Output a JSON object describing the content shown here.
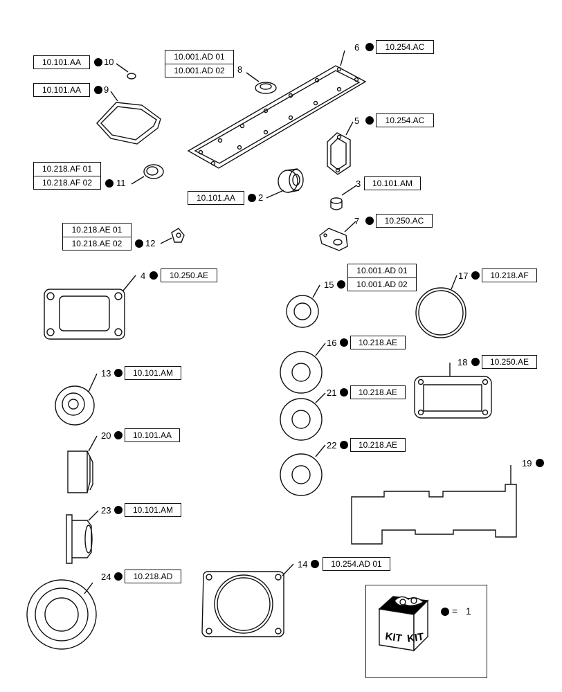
{
  "parts": [
    {
      "id": "p10",
      "number": "10",
      "refs": [
        "10.101.AA"
      ]
    },
    {
      "id": "p9",
      "number": "9",
      "refs": [
        "10.101.AA"
      ]
    },
    {
      "id": "p8",
      "number": "8",
      "refs": [
        "10.001.AD 01",
        "10.001.AD 02"
      ]
    },
    {
      "id": "p6",
      "number": "6",
      "refs": [
        "10.254.AC"
      ]
    },
    {
      "id": "p5",
      "number": "5",
      "refs": [
        "10.254.AC"
      ]
    },
    {
      "id": "p11",
      "number": "11",
      "refs": [
        "10.218.AF 01",
        "10.218.AF 02"
      ]
    },
    {
      "id": "p2",
      "number": "2",
      "refs": [
        "10.101.AA"
      ]
    },
    {
      "id": "p3",
      "number": "3",
      "refs": [
        "10.101.AM"
      ]
    },
    {
      "id": "p7",
      "number": "7",
      "refs": [
        "10.250.AC"
      ]
    },
    {
      "id": "p12",
      "number": "12",
      "refs": [
        "10.218.AE 01",
        "10.218.AE 02"
      ]
    },
    {
      "id": "p4",
      "number": "4",
      "refs": [
        "10.250.AE"
      ]
    },
    {
      "id": "p15",
      "number": "15",
      "refs": [
        "10.001.AD 01",
        "10.001.AD 02"
      ]
    },
    {
      "id": "p17",
      "number": "17",
      "refs": [
        "10.218.AF"
      ]
    },
    {
      "id": "p16",
      "number": "16",
      "refs": [
        "10.218.AE"
      ]
    },
    {
      "id": "p13",
      "number": "13",
      "refs": [
        "10.101.AM"
      ]
    },
    {
      "id": "p18",
      "number": "18",
      "refs": [
        "10.250.AE"
      ]
    },
    {
      "id": "p21",
      "number": "21",
      "refs": [
        "10.218.AE"
      ]
    },
    {
      "id": "p20",
      "number": "20",
      "refs": [
        "10.101.AA"
      ]
    },
    {
      "id": "p22",
      "number": "22",
      "refs": [
        "10.218.AE"
      ]
    },
    {
      "id": "p19",
      "number": "19",
      "refs": []
    },
    {
      "id": "p23",
      "number": "23",
      "refs": [
        "10.101.AM"
      ]
    },
    {
      "id": "p14",
      "number": "14",
      "refs": [
        "10.254.AD 01"
      ]
    },
    {
      "id": "p24",
      "number": "24",
      "refs": [
        "10.218.AD"
      ]
    }
  ],
  "kit": {
    "label": "KIT",
    "legend_symbol": "=",
    "legend_number": "1"
  }
}
